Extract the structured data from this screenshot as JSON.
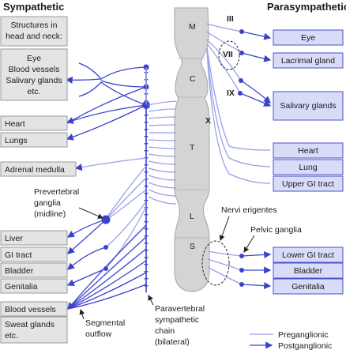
{
  "headers": {
    "sympathetic": "Sympathetic",
    "parasympathetic": "Parasympathetic"
  },
  "left_targets": [
    {
      "lines": [
        "Structures in",
        "head and neck:"
      ]
    },
    {
      "lines": [
        "Eye",
        "Blood vessels",
        "Salivary glands",
        "etc."
      ]
    },
    {
      "lines": [
        "Heart"
      ]
    },
    {
      "lines": [
        "Lungs"
      ]
    },
    {
      "lines": [
        "Adrenal medulla"
      ]
    },
    {
      "lines": [
        "Liver"
      ]
    },
    {
      "lines": [
        "GI tract"
      ]
    },
    {
      "lines": [
        "Bladder"
      ]
    },
    {
      "lines": [
        "Genitalia"
      ]
    },
    {
      "lines": [
        "Blood vessels"
      ]
    },
    {
      "lines": [
        "Sweat glands",
        "etc."
      ]
    }
  ],
  "right_targets": [
    "Eye",
    "Lacrimal gland",
    "Salivary glands",
    "Heart",
    "Lung",
    "Upper GI tract",
    "Lower GI tract",
    "Bladder",
    "Genitalia"
  ],
  "cord_regions": [
    "M",
    "C",
    "T",
    "L",
    "S"
  ],
  "cranial_nerves": [
    "III",
    "VII",
    "IX",
    "X"
  ],
  "annotations": {
    "prevertebral": [
      "Prevertebral",
      "ganglia",
      "(midline)"
    ],
    "nervi_erigentes": "Nervi erigentes",
    "pelvic_ganglia": "Pelvic ganglia",
    "segmental": [
      "Segmental",
      "outflow"
    ],
    "paravertebral": [
      "Paravertebral",
      "sympathetic",
      "chain",
      "(bilateral)"
    ]
  },
  "legend": {
    "preganglionic": "Preganglionic",
    "postganglionic": "Postganglionic"
  },
  "colors": {
    "preganglionic": "#9aa0ec",
    "postganglionic": "#3a42cc",
    "sympathetic_box": "#e4e4e4",
    "parasympathetic_box": "#d8dcf8",
    "spinal_cord": "#d4d4d4"
  }
}
